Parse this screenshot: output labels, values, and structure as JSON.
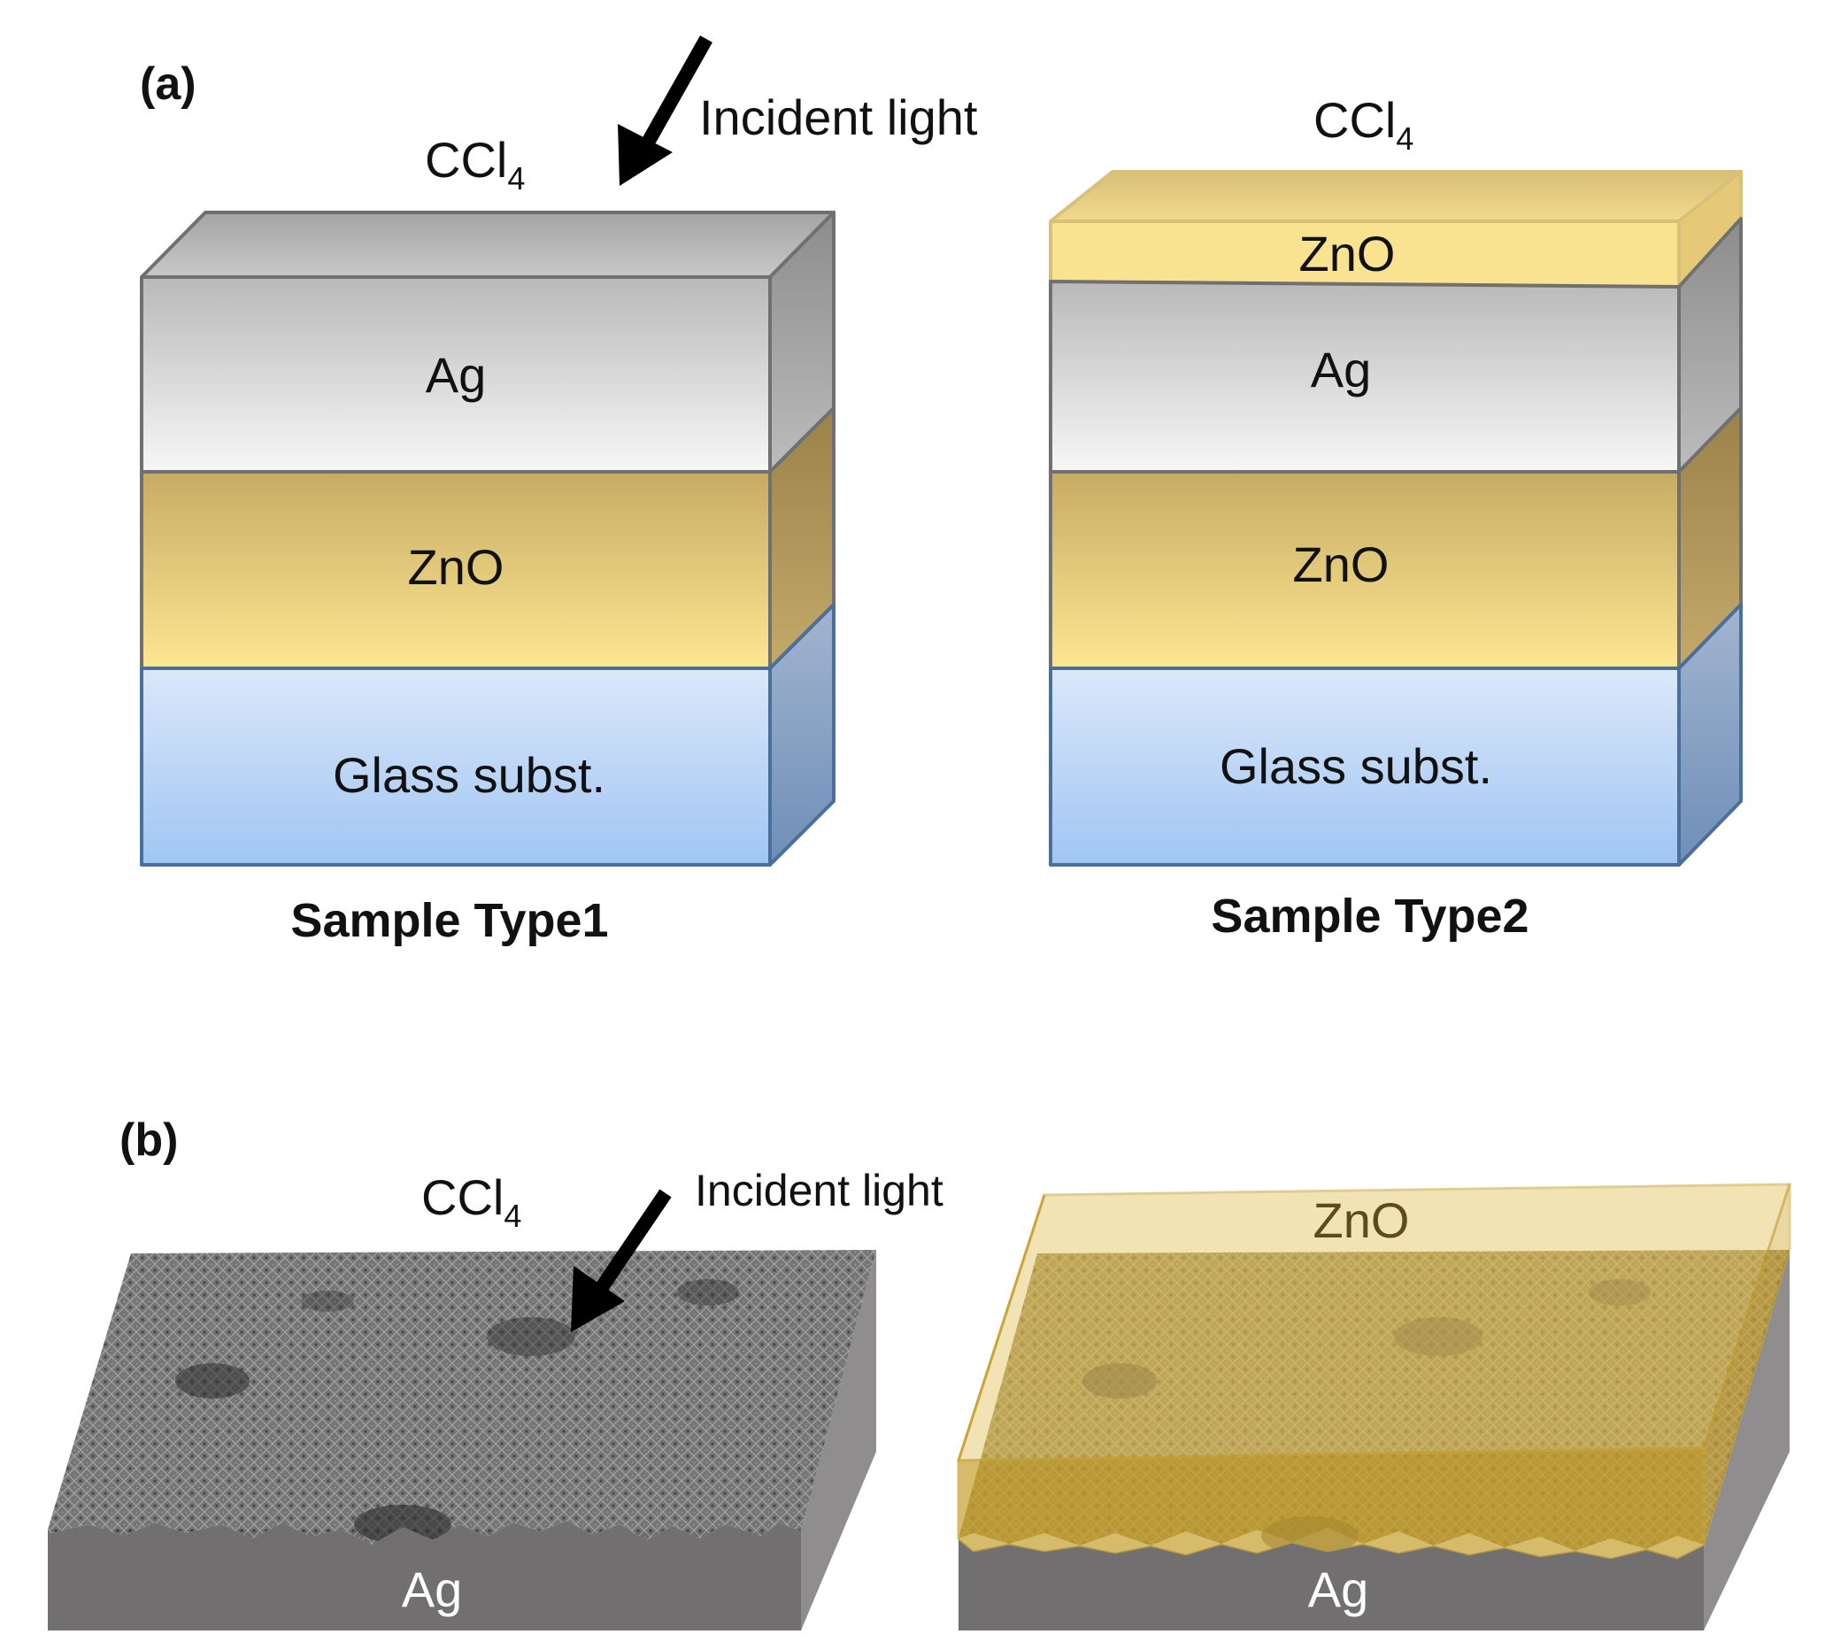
{
  "panel_a": {
    "label": "(a)",
    "incident_light": "Incident light",
    "sample1": {
      "medium": "CCl",
      "medium_sub": "4",
      "layers": [
        "Ag",
        "ZnO",
        "Glass subst."
      ],
      "caption": "Sample Type1"
    },
    "sample2": {
      "medium": "CCl",
      "medium_sub": "4",
      "layers": [
        "ZnO",
        "Ag",
        "ZnO",
        "Glass subst."
      ],
      "caption": "Sample Type2"
    }
  },
  "panel_b": {
    "label": "(b)",
    "incident_light": "Incident light",
    "left": {
      "medium": "CCl",
      "medium_sub": "4",
      "base": "Ag"
    },
    "right": {
      "coating": "ZnO",
      "base": "Ag"
    }
  },
  "colors": {
    "ag_light": "#f4f4f4",
    "ag_dark": "#a8a8a8",
    "zno_light": "#fbe591",
    "zno_dark": "#c9ab62",
    "glass_light": "#d9e8fb",
    "glass_dark": "#9ec3f2",
    "outline": "#6e6e6e",
    "base_gray": "#706e6e"
  }
}
